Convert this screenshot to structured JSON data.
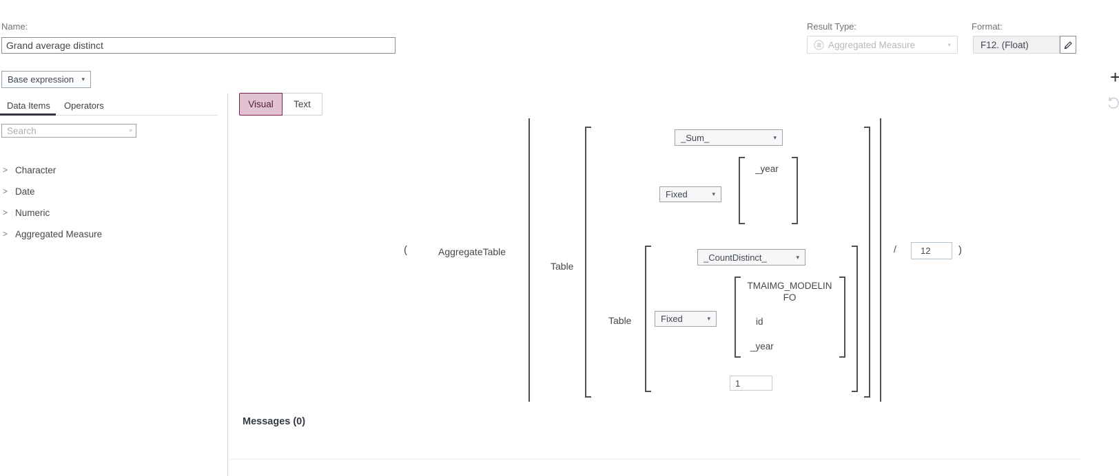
{
  "glyphs": {
    "caret_down": "▾",
    "chevron_right": ">",
    "plus": "+"
  },
  "header": {
    "name_label": "Name:",
    "name_value": "Grand average distinct",
    "base_expression_label": "Base expression",
    "result_type_label": "Result Type:",
    "result_type_value": "Aggregated Measure",
    "format_label": "Format:",
    "format_value": "F12. (Float)"
  },
  "sidebar": {
    "tabs": [
      {
        "label": "Data Items"
      },
      {
        "label": "Operators"
      }
    ],
    "search_placeholder": "Search",
    "tree_items": [
      "Character",
      "Date",
      "Numeric",
      "Aggregated Measure"
    ]
  },
  "editor": {
    "view_buttons": {
      "visual": "Visual",
      "text": "Text"
    },
    "messages_label": "Messages (0)",
    "expression": {
      "open_paren": "(",
      "function": "AggregateTable",
      "outer_table": "Table",
      "sum_operator": "_Sum_",
      "fixed_outer": "Fixed",
      "year_outer": "_year",
      "count_distinct_operator": "_CountDistinct_",
      "inner_table": "Table",
      "fixed_inner": "Fixed",
      "table_name_line1": "TMAIMG_MODELIN",
      "table_name_line2": "FO",
      "id_item": "id",
      "year_inner": "_year",
      "count_value": "1",
      "divide_symbol": "/",
      "divisor_value": "12",
      "close_paren": ")"
    }
  }
}
